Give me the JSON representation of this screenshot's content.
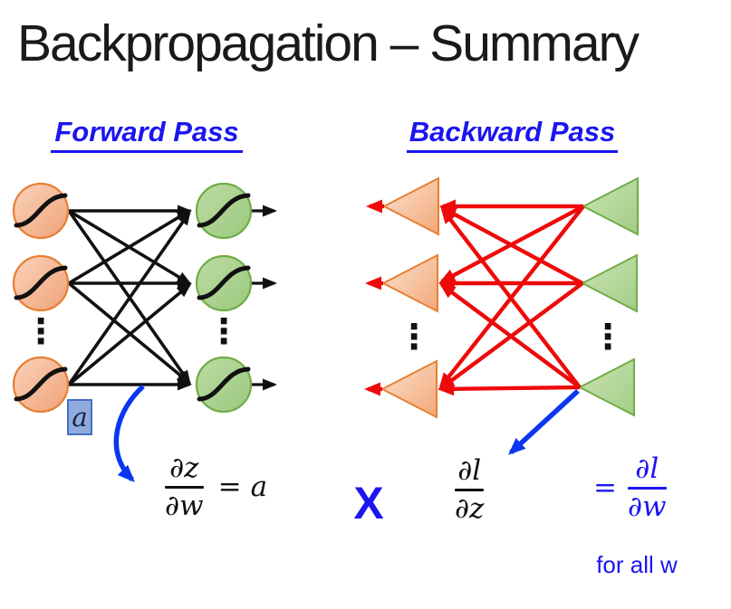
{
  "title": "Backpropagation – Summary",
  "sections": {
    "forward": {
      "heading": "Forward Pass"
    },
    "backward": {
      "heading": "Backward Pass"
    }
  },
  "diagram": {
    "vdots": "⋮",
    "activation_label": "a",
    "forward_nodes": {
      "shape": "circle",
      "icon": "sigmoid-curve",
      "input_color_name": "orange",
      "output_color_name": "green"
    },
    "backward_nodes": {
      "shape": "left-pointing-triangle",
      "input_color_name": "orange",
      "output_color_name": "green"
    }
  },
  "formulas": {
    "forward": {
      "numerator": "∂z",
      "denominator": "∂w",
      "equals": "=",
      "rhs": "a"
    },
    "multiply": "X",
    "backward_z": {
      "numerator": "∂l",
      "denominator": "∂z"
    },
    "backward_w": {
      "equals": "=",
      "numerator": "∂l",
      "denominator": "∂w"
    },
    "note": "for all w"
  },
  "icons": {
    "sigmoid": "S-curve stroke inside node",
    "arrow_black": "right arrow",
    "arrow_red": "left arrow",
    "arrow_blue": "pointer arrow"
  },
  "colors": {
    "title_text": "#1a1a1a",
    "heading_blue": "#1b15f0",
    "formula_blue": "#1b15f0",
    "arrow_blue": "#0a36f2",
    "connection_black": "#111111",
    "connection_red": "#ee0a0a",
    "node_orange_fill": "#f5b493",
    "node_orange_stroke": "#e87f33",
    "node_green_fill": "#a9d18e",
    "node_green_stroke": "#70ad47",
    "label_box_fill": "#8faadc",
    "label_box_stroke": "#4472c4"
  }
}
